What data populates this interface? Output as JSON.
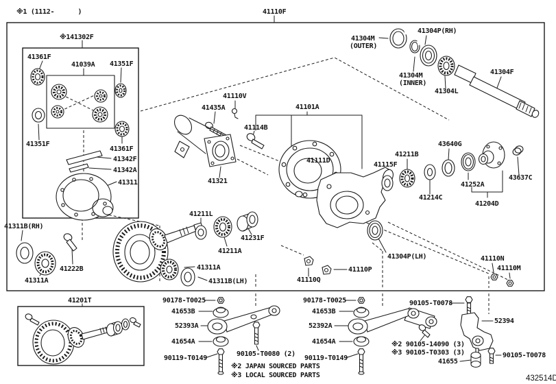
{
  "meta": {
    "note1": "※1 (1112-      )",
    "assembly": "41110F",
    "code": "432514D"
  },
  "lsd": {
    "box_label": "※141302F",
    "bearing_top": "41361F",
    "spider_kit": "41039A",
    "gear_right": "41351F",
    "washer_left": "41351F",
    "bearing_bottom": "41361F",
    "pin_long": "41342F",
    "pin_short": "41342A",
    "case": "41311"
  },
  "left_bearing": {
    "race_rh": "41311B(RH)",
    "bolt": "41222B",
    "bearing": "41311A"
  },
  "pinion": {
    "washer": "41211L",
    "bearing_rear": "41211A",
    "spacer": "41231F",
    "bearing_front": "41311A",
    "race_lh": "41311B(LH)"
  },
  "carrier": {
    "assembly": "41101A",
    "tube": "41321",
    "tube_bolt": "41435A",
    "breather": "41110V",
    "cover_bolt": "41114B",
    "plug": "41111D"
  },
  "axle": {
    "ring_outer": "41304M",
    "ring_outer_sub": "(OUTER)",
    "seal_rh": "41304P(RH)",
    "ring_inner": "41304M",
    "ring_inner_sub": "(INNER)",
    "bearing": "41304L",
    "shaft": "41304F"
  },
  "flange": {
    "deflector": "43640G",
    "bearing": "41211B",
    "seal_in": "41115F",
    "washer": "41214C",
    "seal_out": "41252A",
    "companion": "41204D",
    "nut": "43637C"
  },
  "clips": {
    "seal_lh": "41304P(LH)",
    "clip_q": "41110Q",
    "clip_p": "41110P",
    "nut_n": "41110N",
    "nut_m": "41110M"
  },
  "finalgear": {
    "label": "41201T"
  },
  "arm_l": {
    "nut": "90178-T0025",
    "cushion_u": "41653B",
    "arm": "52393A",
    "cushion_l": "41654A",
    "bolt_long": "90119-T0149",
    "bolt_side": "90105-T0080 (2)"
  },
  "arm_r": {
    "nut": "90178-T0025",
    "cushion_u": "41653B",
    "arm": "52392A",
    "cushion_l": "41654A",
    "bolt_long": "90119-T0149"
  },
  "knuckle": {
    "bolt_top": "90105-T0078",
    "body": "52394",
    "note2": "※2 90105-14090 (3)",
    "note3": "※3 90105-T0303 (3)",
    "bushing": "41655",
    "bolt_bottom": "90105-T0078"
  },
  "legend": {
    "japan": "※2 JAPAN SOURCED PARTS",
    "local": "※3 LOCAL SOURCED PARTS"
  }
}
